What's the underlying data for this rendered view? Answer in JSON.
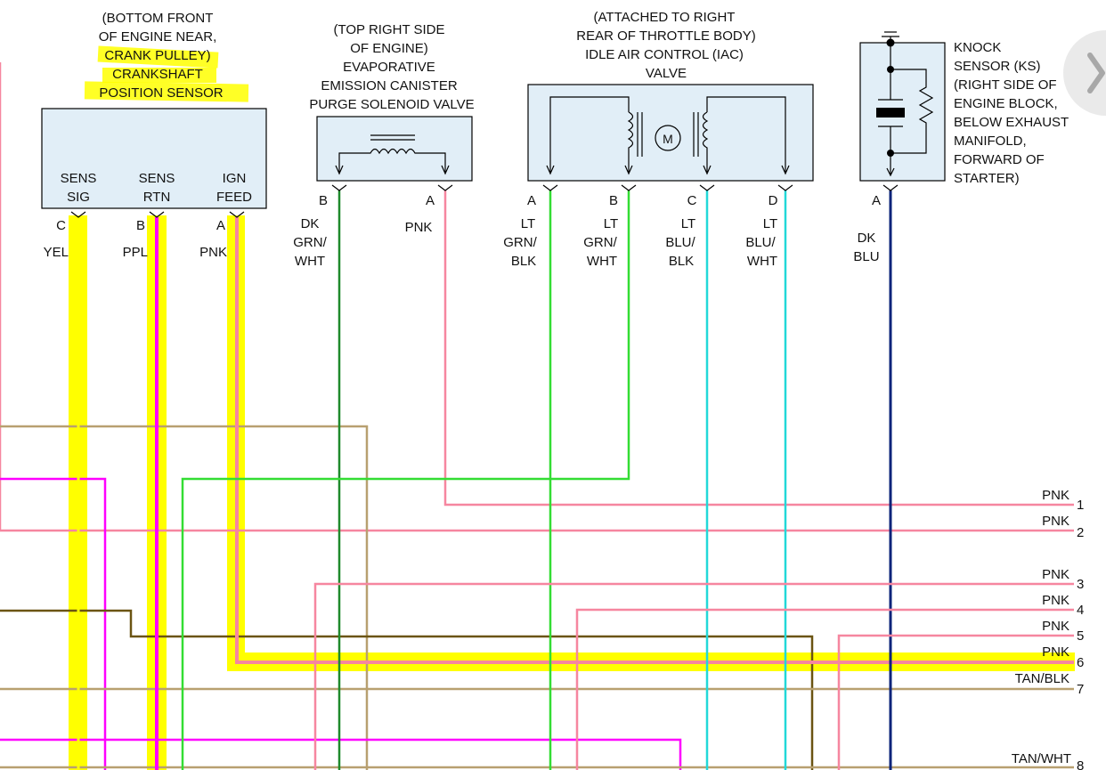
{
  "colors": {
    "yellow": "#ffff00",
    "magenta": "#ff00ff",
    "pink": "#f6869f",
    "green_dark": "#1f8a2c",
    "green_light": "#33dd33",
    "blue_light": "#22d8d8",
    "blue_dark": "#0a237a",
    "tan": "#b8a070",
    "brown": "#6b5412",
    "component_fill": "#e1eef7"
  },
  "components": {
    "ckp": {
      "desc": [
        "(BOTTOM FRONT",
        "OF ENGINE NEAR,",
        "CRANK PULLEY)",
        "CRANKSHAFT",
        "POSITION SENSOR"
      ],
      "pins": [
        {
          "name": [
            "SENS",
            "SIG"
          ],
          "letter": "C",
          "wire": "YEL"
        },
        {
          "name": [
            "SENS",
            "RTN"
          ],
          "letter": "B",
          "wire": "PPL"
        },
        {
          "name": [
            "IGN",
            "FEED"
          ],
          "letter": "A",
          "wire": "PNK"
        }
      ]
    },
    "evap": {
      "desc": [
        "(TOP RIGHT SIDE",
        "OF ENGINE)",
        "EVAPORATIVE",
        "EMISSION CANISTER",
        "PURGE SOLENOID VALVE"
      ],
      "pins": [
        {
          "letter": "B",
          "wire": [
            "DK",
            "GRN/",
            "WHT"
          ]
        },
        {
          "letter": "A",
          "wire": [
            "PNK"
          ]
        }
      ]
    },
    "iac": {
      "desc": [
        "(ATTACHED TO RIGHT",
        "REAR OF THROTTLE BODY)",
        "IDLE AIR CONTROL (IAC)",
        "VALVE"
      ],
      "motor_label": "M",
      "pins": [
        {
          "letter": "A",
          "wire": [
            "LT",
            "GRN/",
            "BLK"
          ]
        },
        {
          "letter": "B",
          "wire": [
            "LT",
            "GRN/",
            "WHT"
          ]
        },
        {
          "letter": "C",
          "wire": [
            "LT",
            "BLU/",
            "BLK"
          ]
        },
        {
          "letter": "D",
          "wire": [
            "LT",
            "BLU/",
            "WHT"
          ]
        }
      ]
    },
    "ks": {
      "desc": [
        "KNOCK",
        "SENSOR (KS)",
        "(RIGHT SIDE OF",
        "ENGINE BLOCK,",
        "BELOW EXHAUST",
        "MANIFOLD,",
        "FORWARD OF",
        "STARTER)"
      ],
      "pins": [
        {
          "letter": "A",
          "wire": [
            "DK",
            "BLU"
          ]
        }
      ]
    }
  },
  "bus": [
    {
      "num": "1",
      "label": "PNK"
    },
    {
      "num": "2",
      "label": "PNK"
    },
    {
      "num": "3",
      "label": "PNK"
    },
    {
      "num": "4",
      "label": "PNK"
    },
    {
      "num": "5",
      "label": "PNK"
    },
    {
      "num": "6",
      "label": "PNK"
    },
    {
      "num": "7",
      "label": "TAN/BLK"
    },
    {
      "num": "8",
      "label": "TAN/WHT"
    }
  ]
}
